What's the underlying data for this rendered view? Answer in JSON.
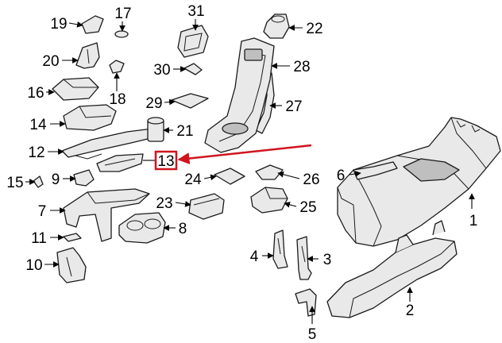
{
  "diagram": {
    "callouts": [
      "1",
      "2",
      "3",
      "4",
      "5",
      "6",
      "7",
      "8",
      "9",
      "10",
      "11",
      "12",
      "13",
      "14",
      "15",
      "16",
      "17",
      "18",
      "19",
      "20",
      "21",
      "22",
      "23",
      "24",
      "25",
      "26",
      "27",
      "28",
      "29",
      "30",
      "31"
    ],
    "highlight": {
      "label": "13",
      "color": "#d0141e"
    }
  }
}
